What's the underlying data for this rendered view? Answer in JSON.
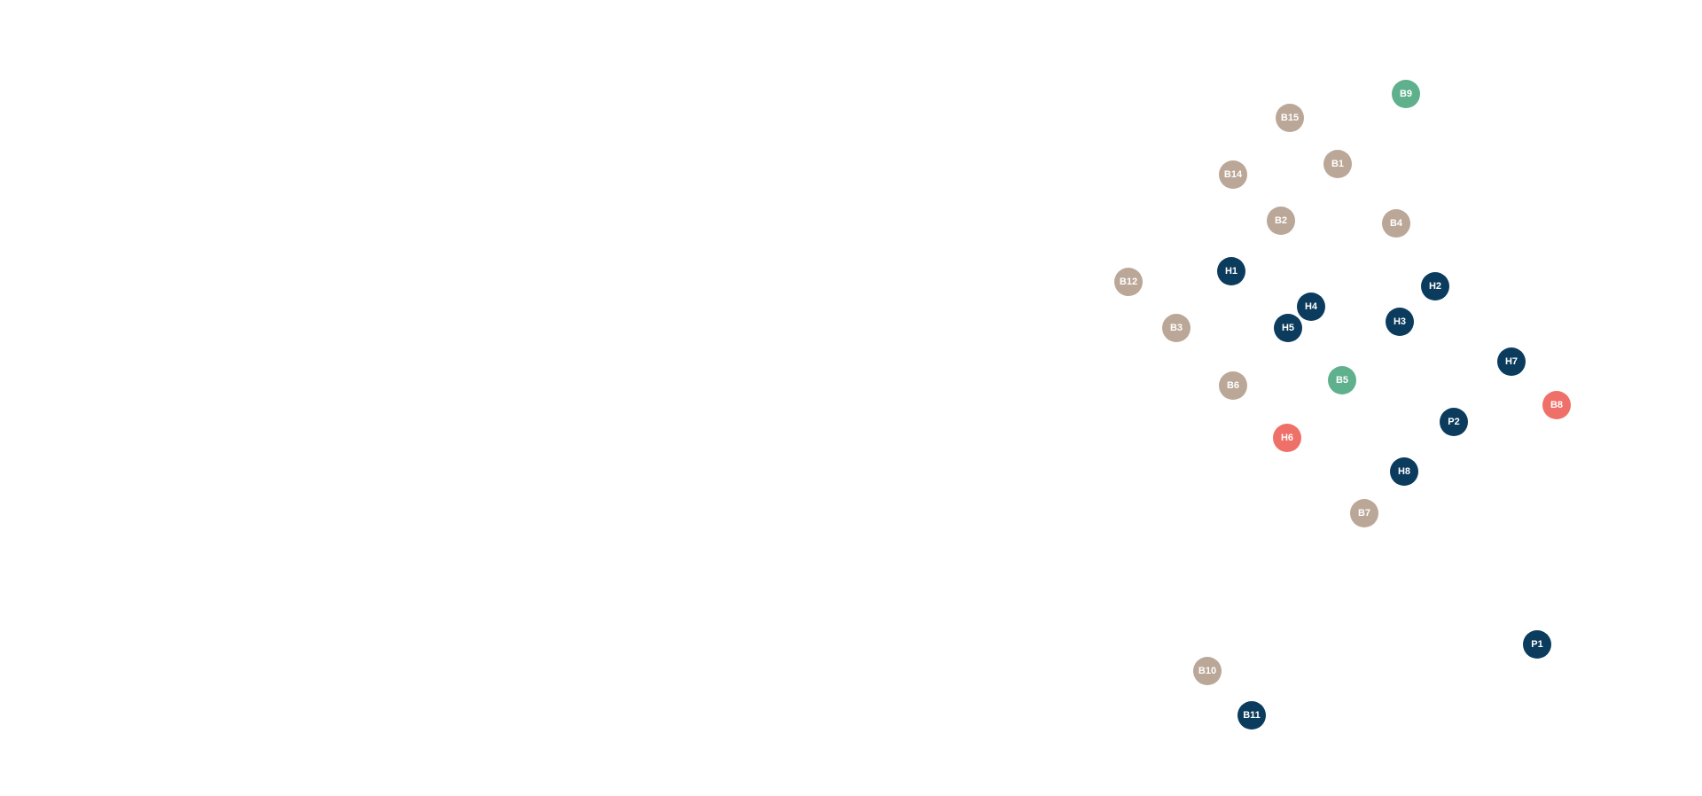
{
  "colors": {
    "navy": "#0b3c5d",
    "tan": "#bba797",
    "green": "#5fb08c",
    "coral": "#ef7068"
  },
  "nodes": [
    {
      "label": "B9",
      "color": "green"
    },
    {
      "label": "B15",
      "color": "tan"
    },
    {
      "label": "B1",
      "color": "tan"
    },
    {
      "label": "B14",
      "color": "tan"
    },
    {
      "label": "B2",
      "color": "tan"
    },
    {
      "label": "B4",
      "color": "tan"
    },
    {
      "label": "H1",
      "color": "navy"
    },
    {
      "label": "B12",
      "color": "tan"
    },
    {
      "label": "H2",
      "color": "navy"
    },
    {
      "label": "H4",
      "color": "navy"
    },
    {
      "label": "H5",
      "color": "navy"
    },
    {
      "label": "H3",
      "color": "navy"
    },
    {
      "label": "B3",
      "color": "tan"
    },
    {
      "label": "H7",
      "color": "navy"
    },
    {
      "label": "B5",
      "color": "green"
    },
    {
      "label": "B6",
      "color": "tan"
    },
    {
      "label": "B8",
      "color": "coral"
    },
    {
      "label": "P2",
      "color": "navy"
    },
    {
      "label": "H6",
      "color": "coral"
    },
    {
      "label": "H8",
      "color": "navy"
    },
    {
      "label": "B7",
      "color": "tan"
    },
    {
      "label": "P1",
      "color": "navy"
    },
    {
      "label": "B10",
      "color": "tan"
    },
    {
      "label": "B11",
      "color": "navy"
    }
  ]
}
